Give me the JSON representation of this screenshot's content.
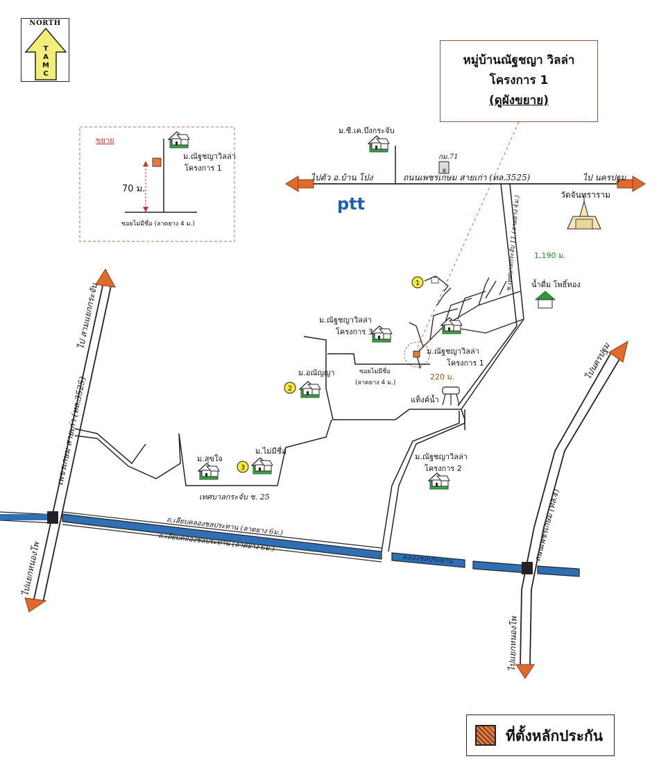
{
  "title": {
    "line1": "หมู่บ้านณัฐชญา วิลล่า",
    "line2": "โครงการ 1",
    "line3": "(ดูผังขยาย)"
  },
  "north": {
    "label": "NORTH",
    "letters": [
      "T",
      "A",
      "M",
      "C"
    ]
  },
  "inset": {
    "title": "ขยาย",
    "village": "ม.ณัฐชญาวิลล่า",
    "project": "โครงการ 1",
    "distance": "70 ม.",
    "soi": "ซอยไม่มีชื่อ (ลาดยาง 4 ม.)"
  },
  "labels": {
    "to_ban_pong": "ไปตัว อ.บ้าน โป่ง",
    "phetkasem_old": "ถนนเพชรเกษม สายเก่า (ทล.3525)",
    "to_nakhon_pathom": "ไป นครปฐม",
    "sk_village": "ม.ซี.เค.บึงกระจับ",
    "km": "กม.71",
    "ptt": "ptt",
    "wat": "วัดจันทราราม",
    "soi11": "ซ.เทศบาลกระจับ 11 (ลาดยาง 4ม.)",
    "dist_1190": "1,190 ม.",
    "water_shop": "น้ำดื่ม โพธิ์ทอง",
    "v3_name": "ม.ณัฐชญาวิลล่า",
    "v3_proj": "โครงการ 3",
    "v1_name": "ม.ณัฐชญาวิลล่า",
    "v1_proj": "โครงการ 1",
    "soi_noname": "ซอยไม่มีชื่อ",
    "soi_noname_width": "(ลาดยาง 4 ม.)",
    "dist_220": "220 ม.",
    "water_tower": "แท็งค์น้ำ",
    "anyanya": "ม.อณัญญา",
    "v2_name": "ม.ณัฐชญาวิลล่า",
    "v2_proj": "โครงการ 2",
    "mai_mi_chue": "ม.ไม่มีชื่อ",
    "sukjai": "ม.สุขใจ",
    "soi25": "เทศบาลกระจับ ซ. 25",
    "to_sam_yaek": "ไป สามแยกกระจับ",
    "phetkasem_left": "เพชรเกษม สายเก่า (ทล.3525)",
    "canal_road_1": "ถ.เลียบคลองชลประทาน (ลาดยาง 6ม.)",
    "canal_road_2": "ถ.เลียบคลองชลประทาน (ลาดยาง 6ม.)",
    "canal": "คลองชลประทาน",
    "to_nong_pho_left": "ไปแยกหนองโพ",
    "to_nakhon_pathom_right": "ไปนครปฐม",
    "phetkasem_4": "ถนนเพชรเกษม (ทล.4)",
    "to_nong_pho_right": "ไปแยกหนองโพ",
    "marker1": "1",
    "marker2": "2",
    "marker3": "3"
  },
  "legend": {
    "text": "ที่ตั้งหลักประกัน"
  },
  "colors": {
    "arrow": "#e06a2c",
    "canal": "#2f6fb3",
    "village_green": "#2e9b3a",
    "marker_yellow": "#f6ea3a",
    "collateral": "#e07a3a",
    "box_border": "#8b5a3c"
  }
}
